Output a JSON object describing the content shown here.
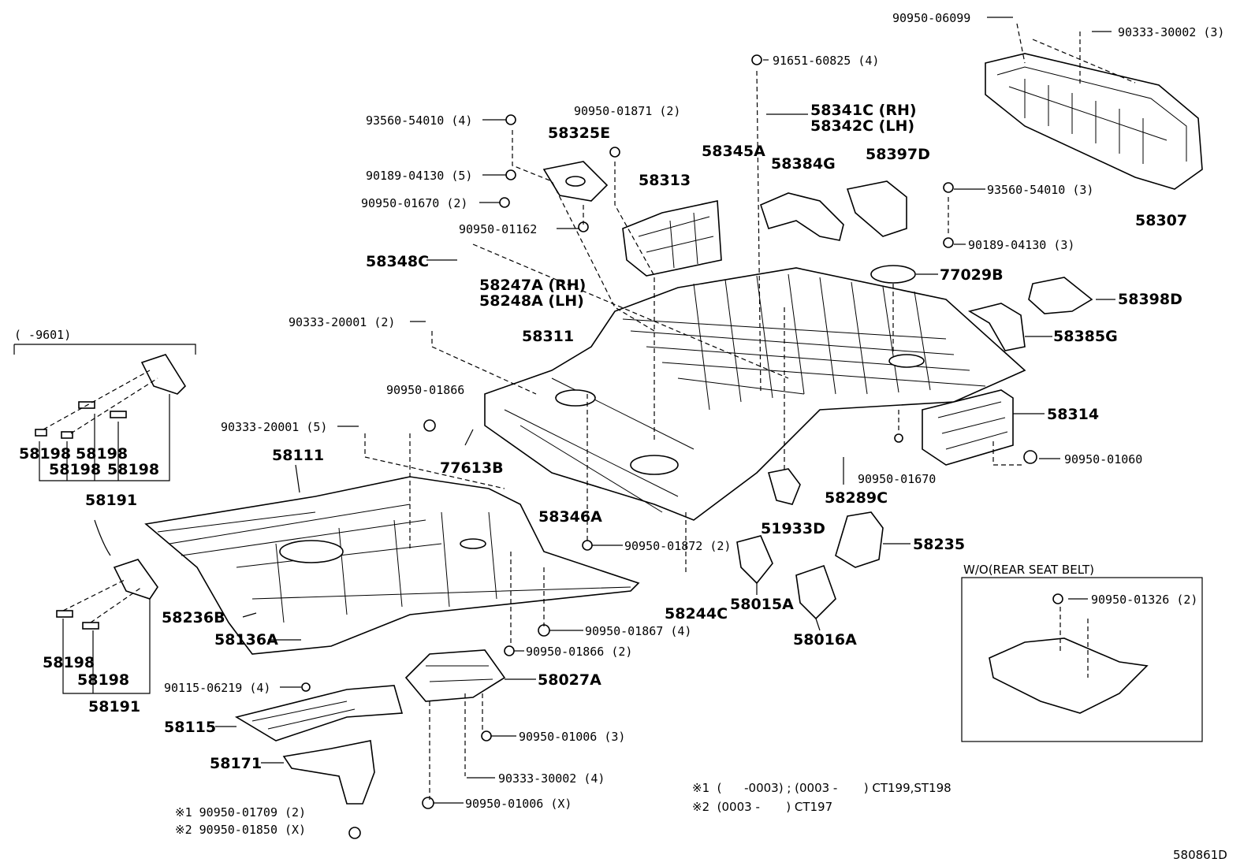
{
  "diagram_id": "580861D",
  "labels": {
    "l_9095006099": "90950-06099",
    "l_9033330002_3": "90333-30002 (3)",
    "l_9165160825": "91651-60825 (4)",
    "l_58341C": "58341C (RH)",
    "l_58342C": "58342C (LH)",
    "l_9356054010_4": "93560-54010 (4)",
    "l_9095001871": "90950-01871 (2)",
    "l_58325E": "58325E",
    "l_58345A": "58345A",
    "l_58384G": "58384G",
    "l_58397D": "58397D",
    "l_58313": "58313",
    "l_9018904130_5": "90189-04130 (5)",
    "l_9095001670_2": "90950-01670 (2)",
    "l_9095001162": "90950-01162",
    "l_9356054010_3": "93560-54010 (3)",
    "l_58307": "58307",
    "l_9018904130_3": "90189-04130 (3)",
    "l_58348C": "58348C",
    "l_77029B": "77029B",
    "l_58247A": "58247A (RH)",
    "l_58248A": "58248A (LH)",
    "l_58398D": "58398D",
    "l_9033320001_2": "90333-20001 (2)",
    "l_58311": "58311",
    "l_58385G": "58385G",
    "l_range": "(      -9601)",
    "l_9095001866": "90950-01866",
    "l_58314": "58314",
    "l_9033320001_5": "90333-20001 (5)",
    "l_58198_a": "58198",
    "l_58198_b": "58198",
    "l_58198_c": "58198",
    "l_58198_d": "58198",
    "l_77613B": "77613B",
    "l_58111": "58111",
    "l_9095001670": "90950-01670",
    "l_9095001060": "90950-01060",
    "l_58191_a": "58191",
    "l_58289C": "58289C",
    "l_58346A": "58346A",
    "l_51933D": "51933D",
    "l_9095001872": "90950-01872 (2)",
    "l_58235": "58235",
    "l_wo": "W/O(REAR SEAT BELT)",
    "l_9095001326": "90950-01326 (2)",
    "l_58015A": "58015A",
    "l_58244C": "58244C",
    "l_58236B": "58236B",
    "l_9095001867": "90950-01867 (4)",
    "l_58016A": "58016A",
    "l_58136A": "58136A",
    "l_9095001866_2": "90950-01866 (2)",
    "l_58198_e": "58198",
    "l_58198_f": "58198",
    "l_9011506219": "90115-06219 (4)",
    "l_58027A": "58027A",
    "l_58191_b": "58191",
    "l_58115": "58115",
    "l_9095001006_3": "90950-01006 (3)",
    "l_58171": "58171",
    "l_9033330002_4": "90333-30002 (4)",
    "l_9095001709": "※1 90950-01709 (2)",
    "l_9095001850": "※2 90950-01850 (X)",
    "l_9095001006_x": "90950-01006 (X)",
    "l_note1": "※1  (      -0003) ; (0003 -       ) CT199,ST198",
    "l_note2": "※2  (0003 -       ) CT197",
    "l_code": "580861D"
  }
}
